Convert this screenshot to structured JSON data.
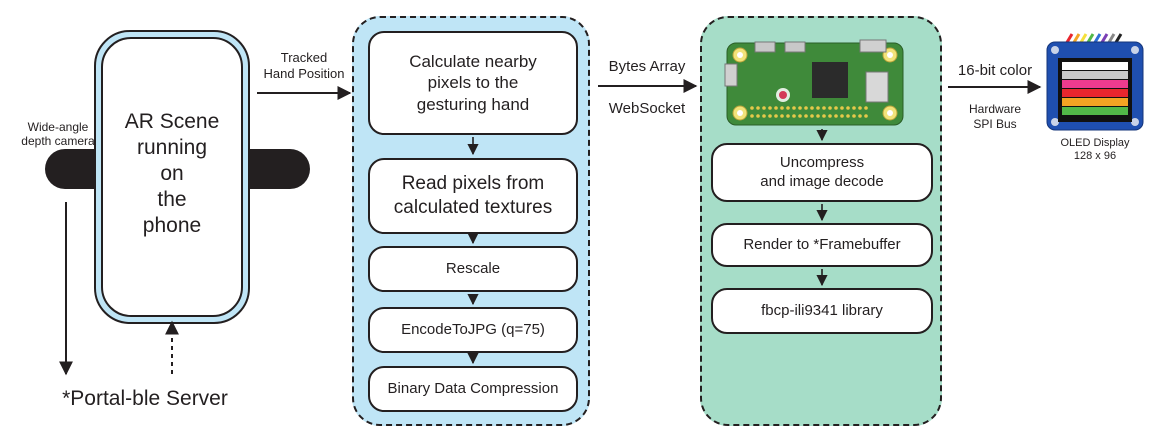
{
  "phone": {
    "screen_text": [
      "AR Scene",
      "running",
      "on",
      "the",
      "phone"
    ],
    "camera_label": [
      "Wide-angle",
      "depth camera"
    ],
    "server_label": "*Portal-ble Server"
  },
  "arrow_labels": {
    "tracked": [
      "Tracked",
      "Hand Position"
    ],
    "bytes_array": "Bytes Array",
    "websocket": "WebSocket",
    "color_depth": "16-bit color",
    "spi": [
      "Hardware",
      "SPI Bus"
    ]
  },
  "phone_panel": {
    "steps": [
      [
        "Calculate nearby",
        "pixels to the",
        "gesturing hand"
      ],
      [
        "Read pixels from",
        "calculated textures"
      ],
      [
        "Rescale"
      ],
      [
        "EncodeToJPG (q=75)"
      ],
      [
        "Binary Data Compression"
      ]
    ]
  },
  "pi_panel": {
    "steps": [
      [
        "Uncompress",
        "and image decode"
      ],
      [
        "Render to *Framebuffer"
      ],
      [
        "fbcp-ili9341 library"
      ]
    ]
  },
  "display": {
    "label": [
      "OLED Display",
      "128 x 96"
    ],
    "stripes": [
      "#ffffff",
      "#c9c9c9",
      "#ee3b8f",
      "#e8262e",
      "#f3a423",
      "#52b848"
    ]
  },
  "colors": {
    "phone_panel_bg": "#bfe5f6",
    "pi_panel_bg": "#a6ddc8",
    "phone_body": "#bfe5f6",
    "board_green": "#3f8a3a"
  }
}
